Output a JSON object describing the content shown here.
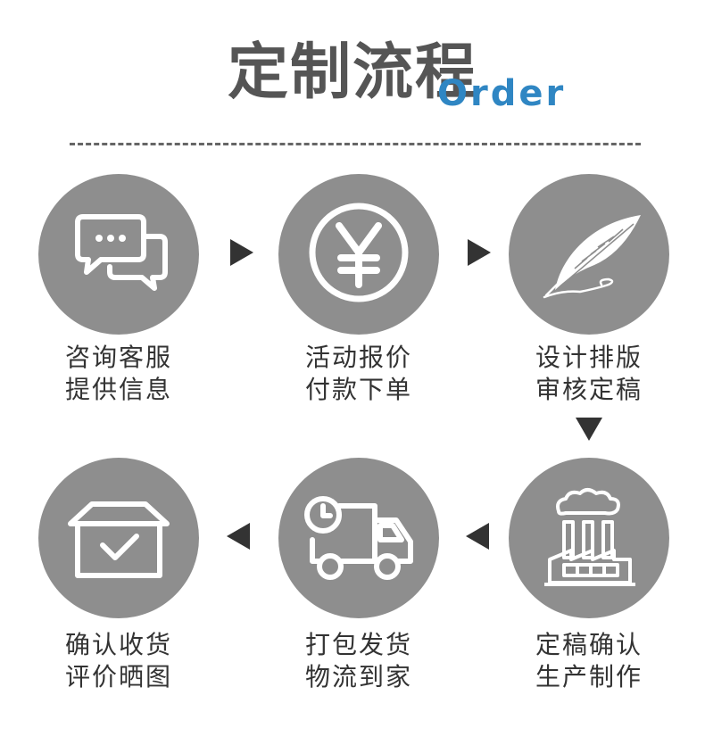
{
  "header": {
    "title": "定制流程",
    "subtitle": "Order"
  },
  "steps": [
    {
      "line1": "咨询客服",
      "line2": "提供信息",
      "icon": "chat-bubbles-icon"
    },
    {
      "line1": "活动报价",
      "line2": "付款下单",
      "icon": "yen-coin-icon"
    },
    {
      "line1": "设计排版",
      "line2": "审核定稿",
      "icon": "feather-quill-icon"
    },
    {
      "line1": "确认收货",
      "line2": "评价晒图",
      "icon": "box-check-icon"
    },
    {
      "line1": "打包发货",
      "line2": "物流到家",
      "icon": "delivery-truck-icon"
    },
    {
      "line1": "定稿确认",
      "line2": "生产制作",
      "icon": "factory-icon"
    }
  ],
  "colors": {
    "circle": "#8e8e8e",
    "title": "#555555",
    "subtitle": "#2f86c3",
    "arrow": "#333333"
  }
}
